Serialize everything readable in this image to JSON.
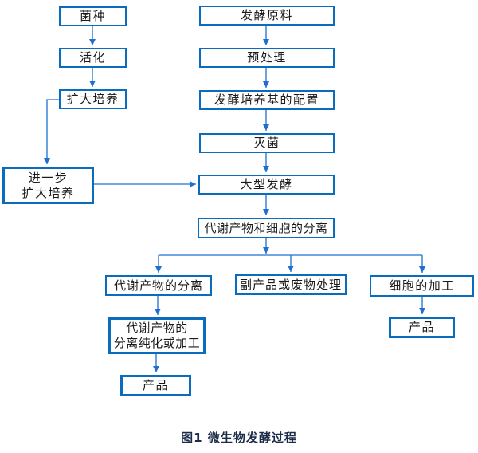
{
  "diagram": {
    "title_caption": "图1 微生物发酵过程",
    "nodes": {
      "strain": {
        "label": "菌种"
      },
      "activation": {
        "label": "活化"
      },
      "expand_culture": {
        "label": "扩大培养"
      },
      "further_expand_culture": {
        "label": "进一步\n扩大培养"
      },
      "raw_material": {
        "label": "发酵原料"
      },
      "pretreatment": {
        "label": "预处理"
      },
      "medium_preparation": {
        "label": "发酵培养基的配置"
      },
      "sterilization": {
        "label": "灭菌"
      },
      "large_fermentation": {
        "label": "大型发酵"
      },
      "metabolite_cell_separation": {
        "label": "代谢产物和细胞的分离"
      },
      "metabolite_separation": {
        "label": "代谢产物的分离"
      },
      "byproduct_waste_treatment": {
        "label": "副产品或废物处理"
      },
      "cell_processing": {
        "label": "细胞的加工"
      },
      "purification_processing": {
        "label": "代谢产物的\n分离纯化或加工"
      },
      "product_left": {
        "label": "产品"
      },
      "product_right": {
        "label": "产品"
      }
    },
    "edges": [
      {
        "from": "strain",
        "to": "activation"
      },
      {
        "from": "activation",
        "to": "expand_culture"
      },
      {
        "from": "expand_culture",
        "to": "further_expand_culture"
      },
      {
        "from": "further_expand_culture",
        "to": "large_fermentation"
      },
      {
        "from": "raw_material",
        "to": "pretreatment"
      },
      {
        "from": "pretreatment",
        "to": "medium_preparation"
      },
      {
        "from": "medium_preparation",
        "to": "sterilization"
      },
      {
        "from": "sterilization",
        "to": "large_fermentation"
      },
      {
        "from": "large_fermentation",
        "to": "metabolite_cell_separation"
      },
      {
        "from": "metabolite_cell_separation",
        "to": "metabolite_separation"
      },
      {
        "from": "metabolite_cell_separation",
        "to": "byproduct_waste_treatment"
      },
      {
        "from": "metabolite_cell_separation",
        "to": "cell_processing"
      },
      {
        "from": "metabolite_separation",
        "to": "purification_processing"
      },
      {
        "from": "purification_processing",
        "to": "product_left"
      },
      {
        "from": "cell_processing",
        "to": "product_right"
      }
    ],
    "colors": {
      "box_border": "#0b6cbe",
      "arrow": "#1e6fd0",
      "text": "#1a1a1a",
      "caption_text": "#1c2b4a",
      "background": "#ffffff"
    }
  }
}
